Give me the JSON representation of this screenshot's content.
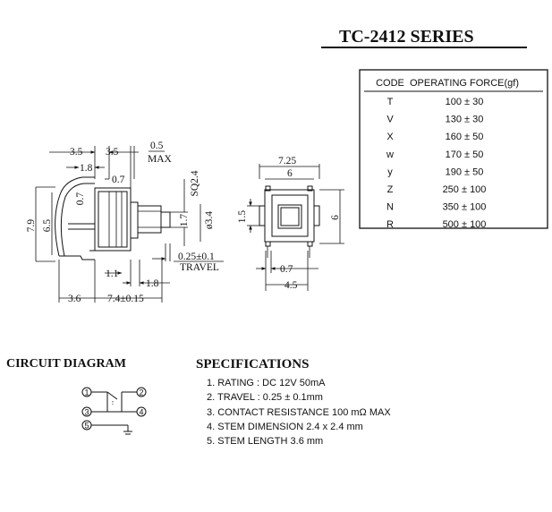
{
  "title": "TC-2412 SERIES",
  "force_table": {
    "headers": [
      "CODE",
      "OPERATING FORCE(gf)"
    ],
    "rows": [
      {
        "code": "T",
        "force": "100 ± 30"
      },
      {
        "code": "V",
        "force": "130 ± 30"
      },
      {
        "code": "X",
        "force": "160 ± 50"
      },
      {
        "code": "w",
        "force": "170 ± 50"
      },
      {
        "code": "y",
        "force": "190 ± 50"
      },
      {
        "code": "Z",
        "force": "250 ± 100"
      },
      {
        "code": "N",
        "force": "350 ± 100"
      },
      {
        "code": "R",
        "force": "500 ± 100"
      }
    ]
  },
  "side_view": {
    "d_3_5_left": "3.5",
    "d_3_5_right": "3.5",
    "d_0_5": "0.5",
    "d_max": "MAX",
    "d_1_8_top": "1.8",
    "d_0_7": "0.7",
    "d_0_7_v": "0.7",
    "d_sq": "SQ2.4",
    "d_1_7": "1.7",
    "d_dia": "ø3.4",
    "d_7_9": "7.9",
    "d_6_5": "6.5",
    "d_travel_val": "0.25±0.1",
    "d_travel": "TRAVEL",
    "d_1_1": "1.1",
    "d_1_8_bottom": "1.8",
    "d_3_6": "3.6",
    "d_7_4": "7.4±0.15"
  },
  "front_view": {
    "d_7_25": "7.25",
    "d_6_top": "6",
    "d_1_5": "1.5",
    "d_6_right": "6",
    "d_0_7": "0.7",
    "d_4_5": "4.5"
  },
  "circuit": {
    "heading": "CIRCUIT  DIAGRAM",
    "pins": [
      "1",
      "2",
      "3",
      "4",
      "5"
    ]
  },
  "specifications": {
    "heading": "SPECIFICATIONS",
    "items": [
      "1. RATING : DC 12V  50mA",
      "2. TRAVEL : 0.25 ± 0.1mm",
      "3. CONTACT RESISTANCE 100 mΩ MAX",
      "4. STEM  DIMENSION 2.4 x 2.4 mm",
      "5. STEM  LENGTH 3.6 mm"
    ]
  }
}
